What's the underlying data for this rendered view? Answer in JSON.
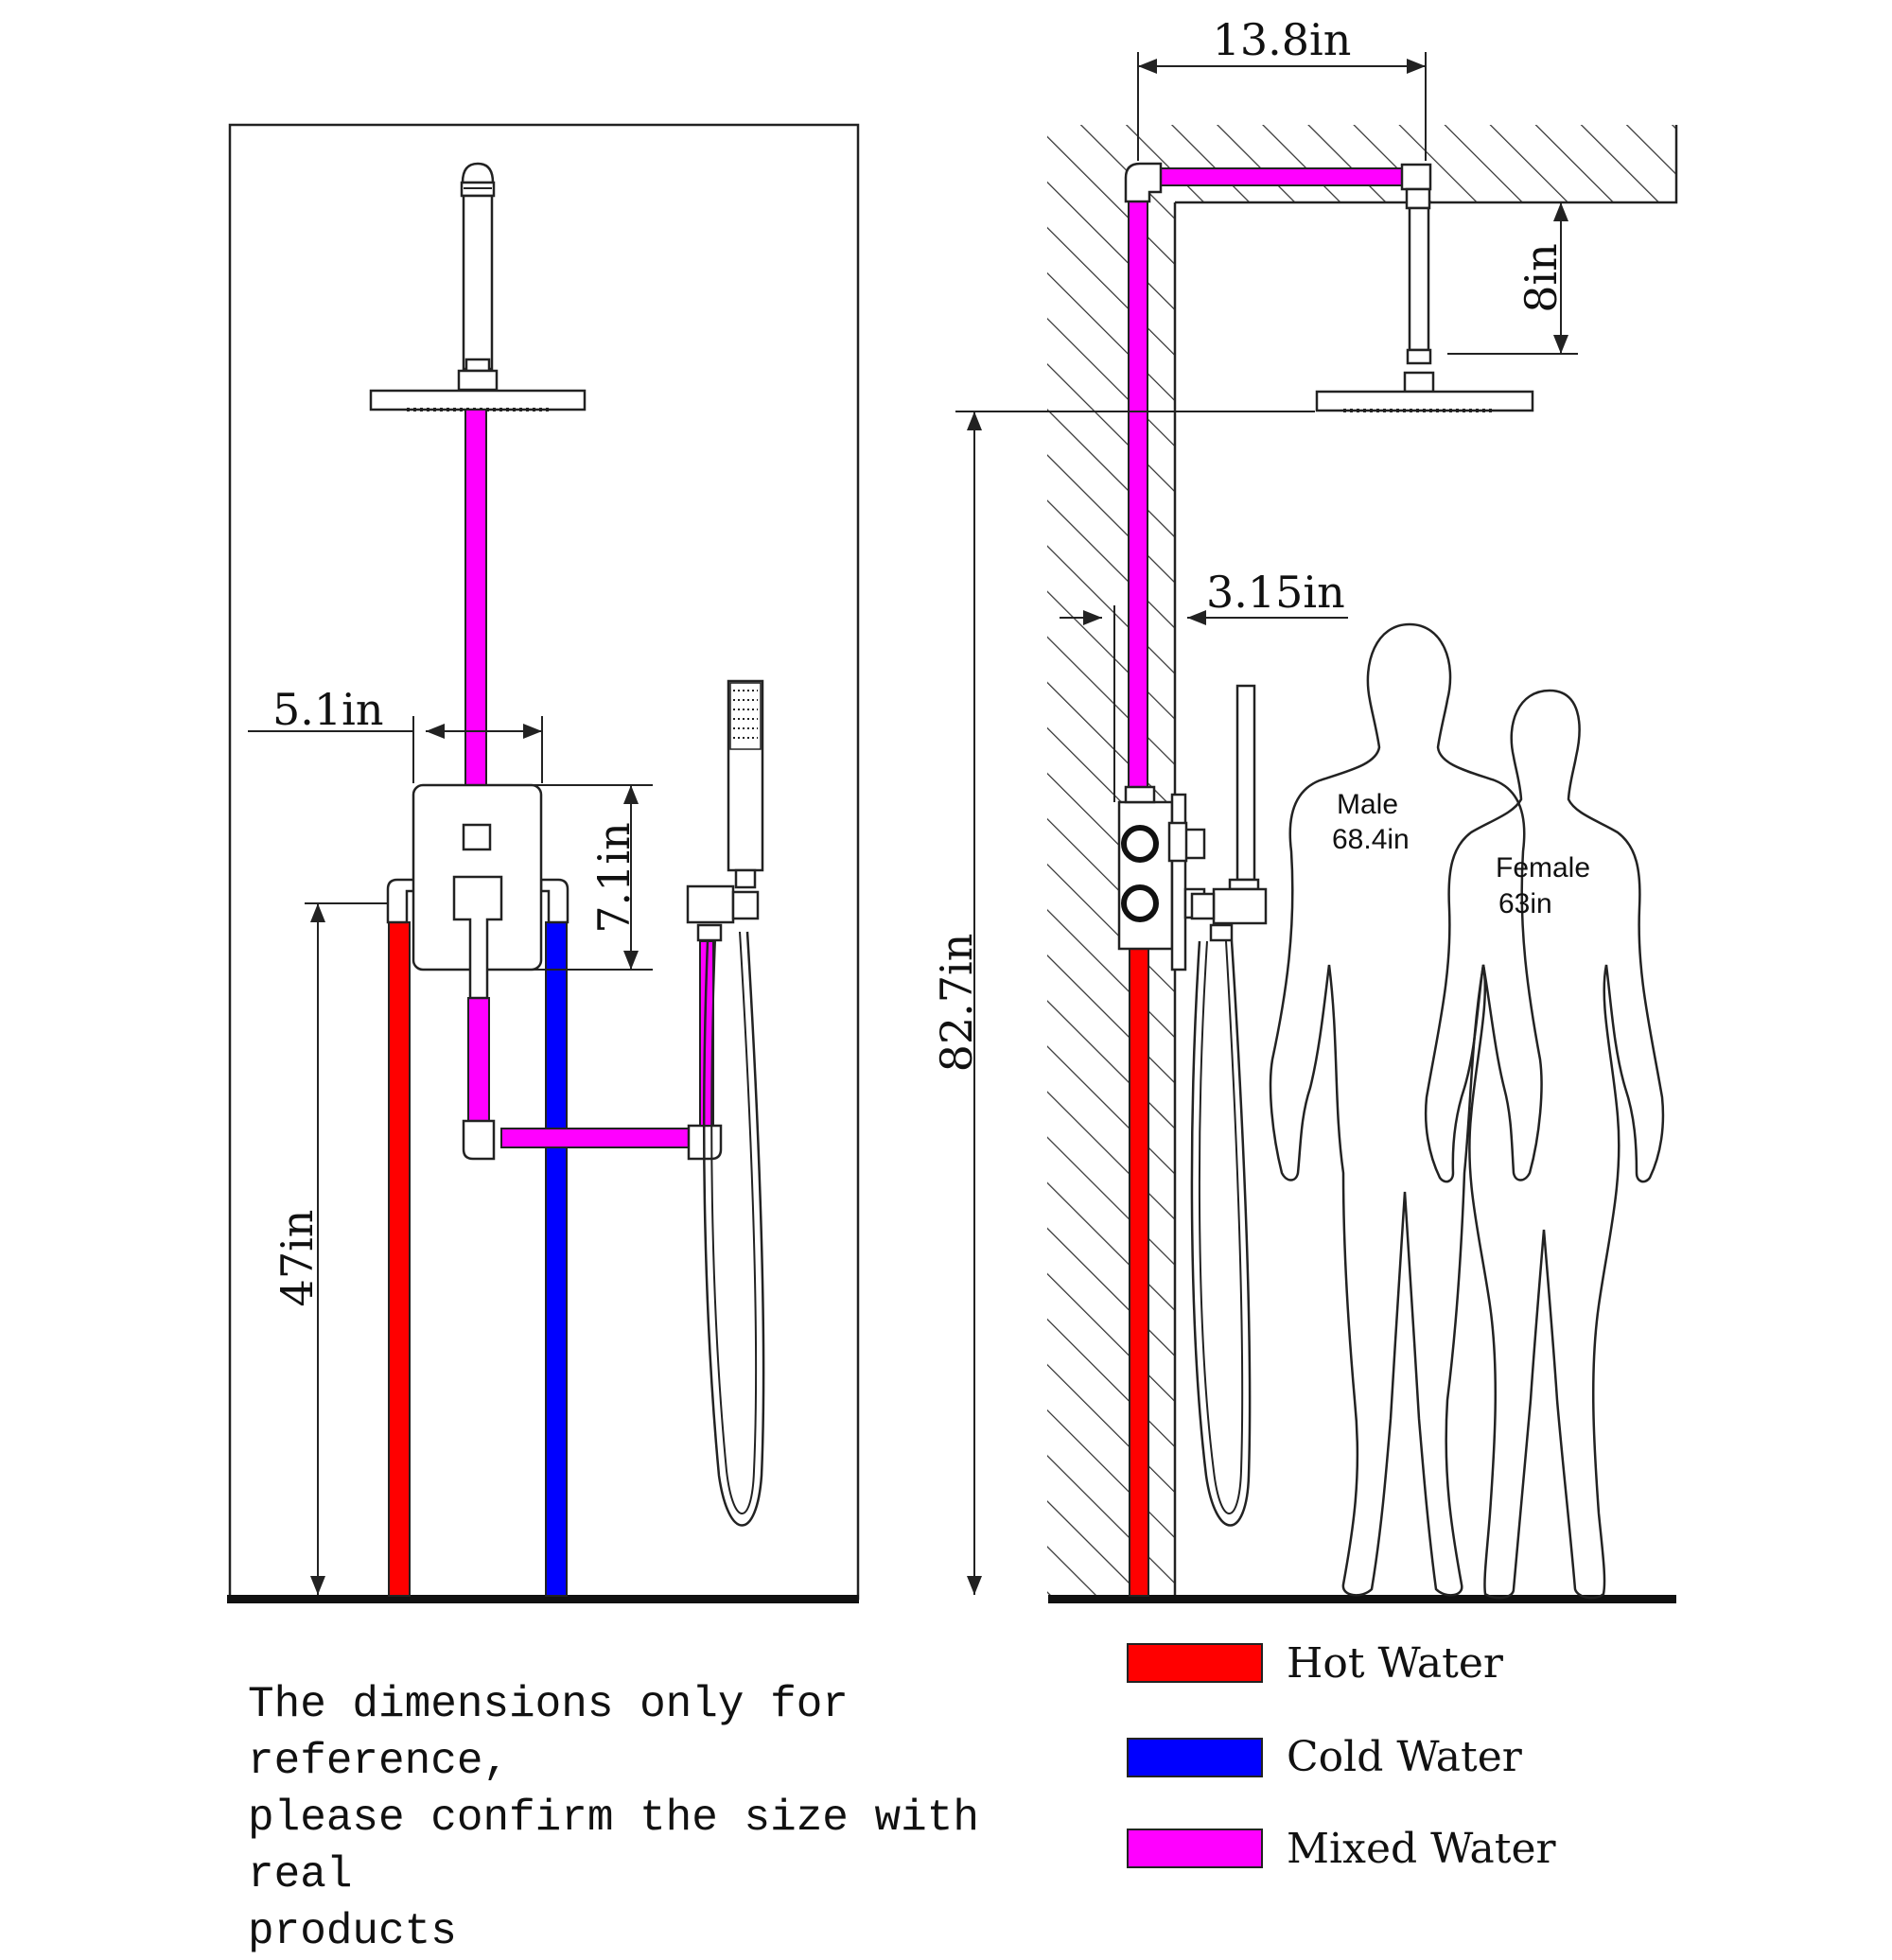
{
  "colors": {
    "hot": "#ff0000",
    "cold": "#0000ff",
    "mixed": "#ff00ff",
    "outline": "#222222"
  },
  "front_view": {
    "dim_width": "5.1in",
    "dim_valve_height": "7.1in",
    "dim_inlet_height": "47in"
  },
  "side_view": {
    "dim_arm_length": "13.8in",
    "dim_drop": "8in",
    "dim_wall_depth": "3.15in",
    "dim_head_height": "82.7in"
  },
  "persons": {
    "male_label": "Male",
    "male_height": "68.4in",
    "female_label": "Female",
    "female_height": "63in"
  },
  "legend": {
    "hot": "Hot Water",
    "cold": "Cold Water",
    "mixed": "Mixed Water"
  },
  "note": {
    "line1": "The dimensions only for reference,",
    "line2": "please confirm the size with real",
    "line3": "products"
  }
}
